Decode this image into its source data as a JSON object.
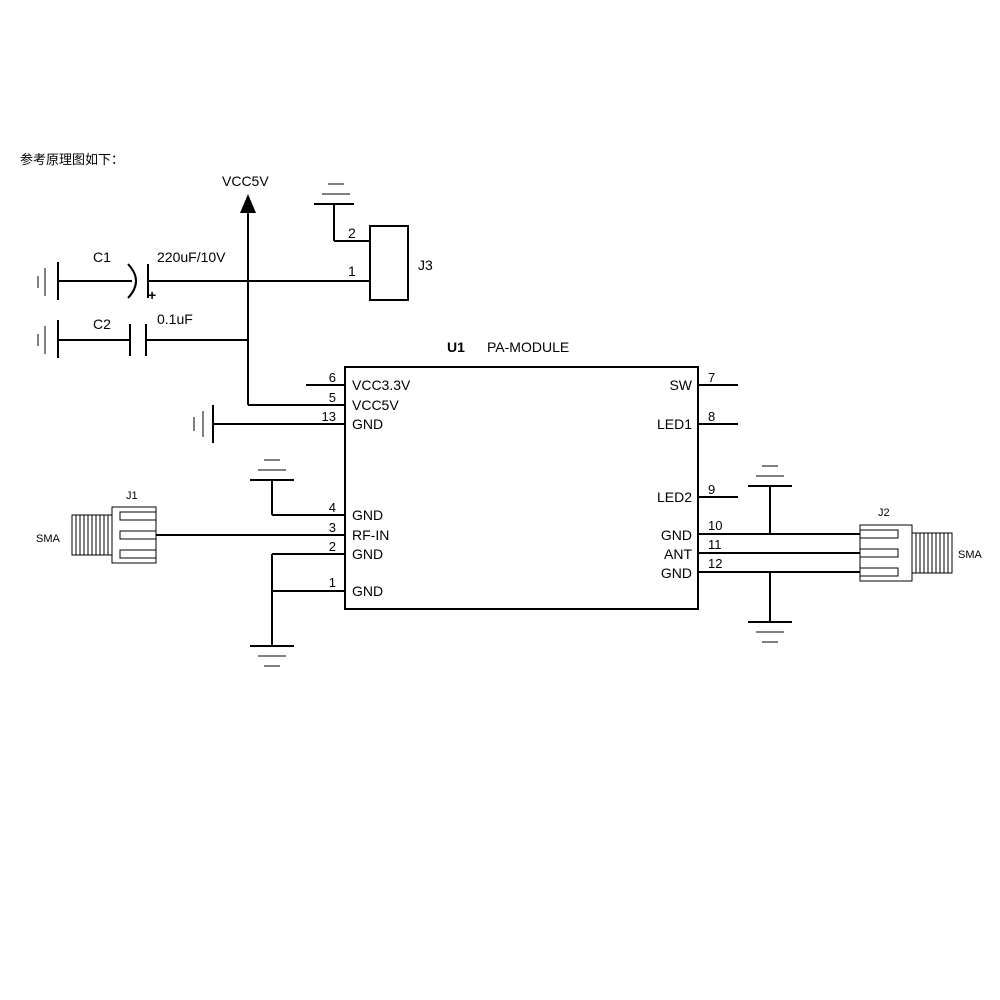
{
  "caption": "参考原理图如下：",
  "power": {
    "label": "VCC5V"
  },
  "c1": {
    "ref": "C1",
    "value": "220uF/10V",
    "polarity": "+"
  },
  "c2": {
    "ref": "C2",
    "value": "0.1uF"
  },
  "j3": {
    "ref": "J3",
    "pin2": "2",
    "pin1": "1"
  },
  "u1": {
    "ref": "U1",
    "name": "PA-MODULE"
  },
  "left_pins": [
    {
      "num": "6",
      "name": "VCC3.3V"
    },
    {
      "num": "5",
      "name": "VCC5V"
    },
    {
      "num": "13",
      "name": "GND"
    },
    {
      "num": "4",
      "name": "GND"
    },
    {
      "num": "3",
      "name": "RF-IN"
    },
    {
      "num": "2",
      "name": "GND"
    },
    {
      "num": "1",
      "name": "GND"
    }
  ],
  "right_pins": [
    {
      "num": "7",
      "name": "SW"
    },
    {
      "num": "8",
      "name": "LED1"
    },
    {
      "num": "9",
      "name": "LED2"
    },
    {
      "num": "10",
      "name": "GND"
    },
    {
      "num": "11",
      "name": "ANT"
    },
    {
      "num": "12",
      "name": "GND"
    }
  ],
  "j1": {
    "ref": "J1",
    "type": "SMA"
  },
  "j2": {
    "ref": "J2",
    "type": "SMA"
  }
}
